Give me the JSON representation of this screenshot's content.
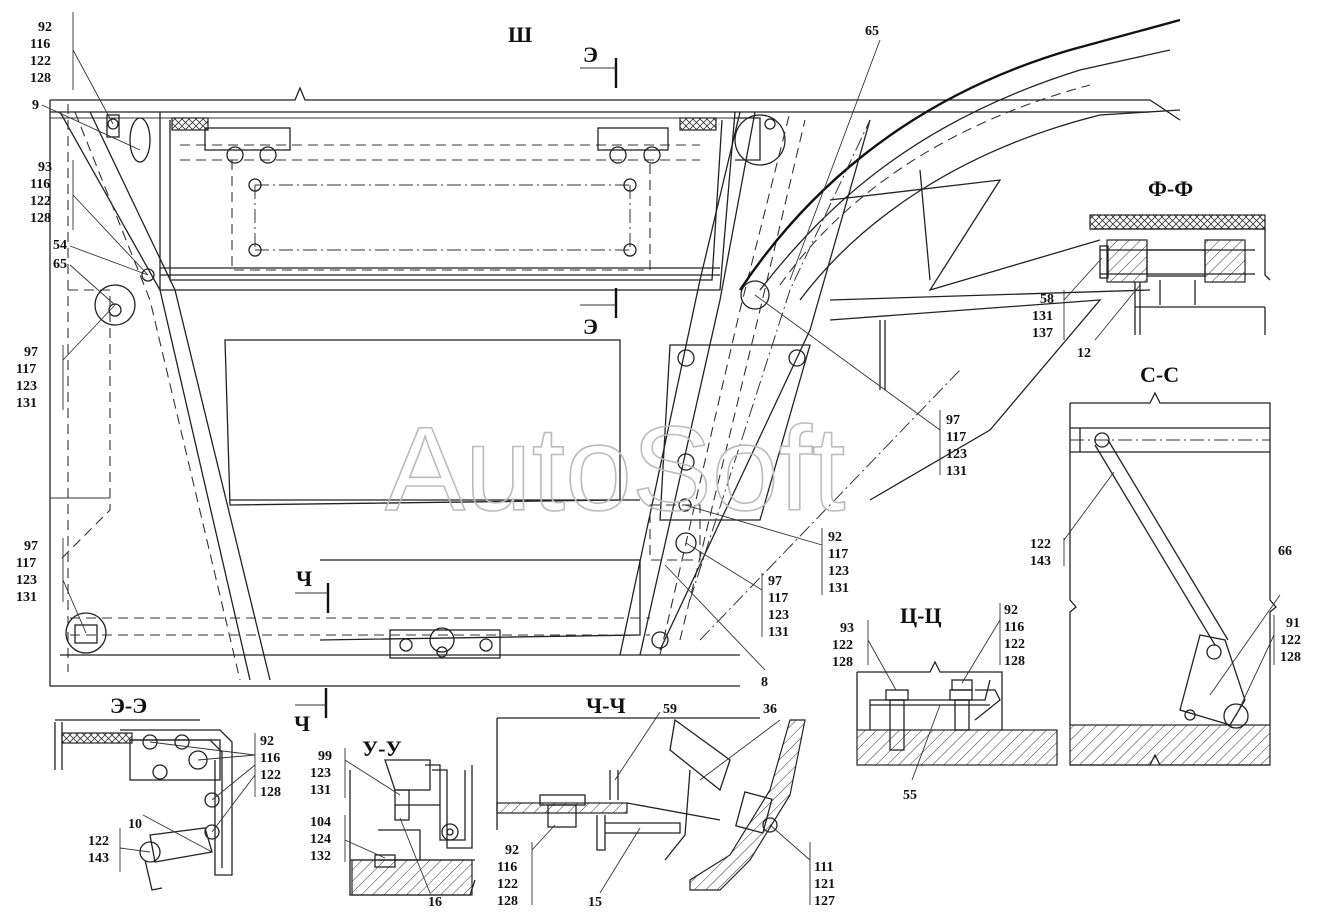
{
  "watermark": "AutoSoft",
  "views": {
    "sh": "Ш",
    "f_f": "Ф-Ф",
    "s_s": "С-С",
    "ts_ts": "Ц-Ц",
    "e_e": "Э-Э",
    "u_u": "У-У",
    "ch_ch": "Ч-Ч"
  },
  "cut_marks": {
    "e_top": "Э",
    "e_mid": "Э",
    "ch_top": "Ч",
    "ch_bottom": "Ч"
  },
  "callouts": {
    "top_left": [
      "92",
      "116",
      "122",
      "128"
    ],
    "left_93": [
      "93",
      "116",
      "122",
      "128"
    ],
    "left_97_upper": [
      "97",
      "117",
      "123",
      "131"
    ],
    "left_97_lower": [
      "97",
      "117",
      "123",
      "131"
    ],
    "mid_97": [
      "97",
      "117",
      "123",
      "131"
    ],
    "mid_92": [
      "92",
      "117",
      "123",
      "131"
    ],
    "mid_97_lower": [
      "97",
      "117",
      "123",
      "131"
    ],
    "ff_stack": [
      "58",
      "131",
      "137"
    ],
    "ss_122": [
      "122",
      "143"
    ],
    "ss_91": [
      "91",
      "122",
      "128"
    ],
    "ts_93": [
      "93",
      "122",
      "128"
    ],
    "ts_92": [
      "92",
      "116",
      "122",
      "128"
    ],
    "ee_92": [
      "92",
      "116",
      "122",
      "128"
    ],
    "ee_122": [
      "122",
      "143"
    ],
    "uu_99": [
      "99",
      "123",
      "131"
    ],
    "uu_104": [
      "104",
      "124",
      "132"
    ],
    "chch_92": [
      "92",
      "116",
      "122",
      "128"
    ],
    "chch_111": [
      "111",
      "121",
      "127"
    ]
  },
  "parts": {
    "p9": "9",
    "p54": "54",
    "p65_left": "65",
    "p65_top": "65",
    "p8": "8",
    "p12": "12",
    "p66": "66",
    "p55": "55",
    "p10": "10",
    "p16": "16",
    "p15": "15",
    "p59": "59",
    "p36": "36"
  }
}
